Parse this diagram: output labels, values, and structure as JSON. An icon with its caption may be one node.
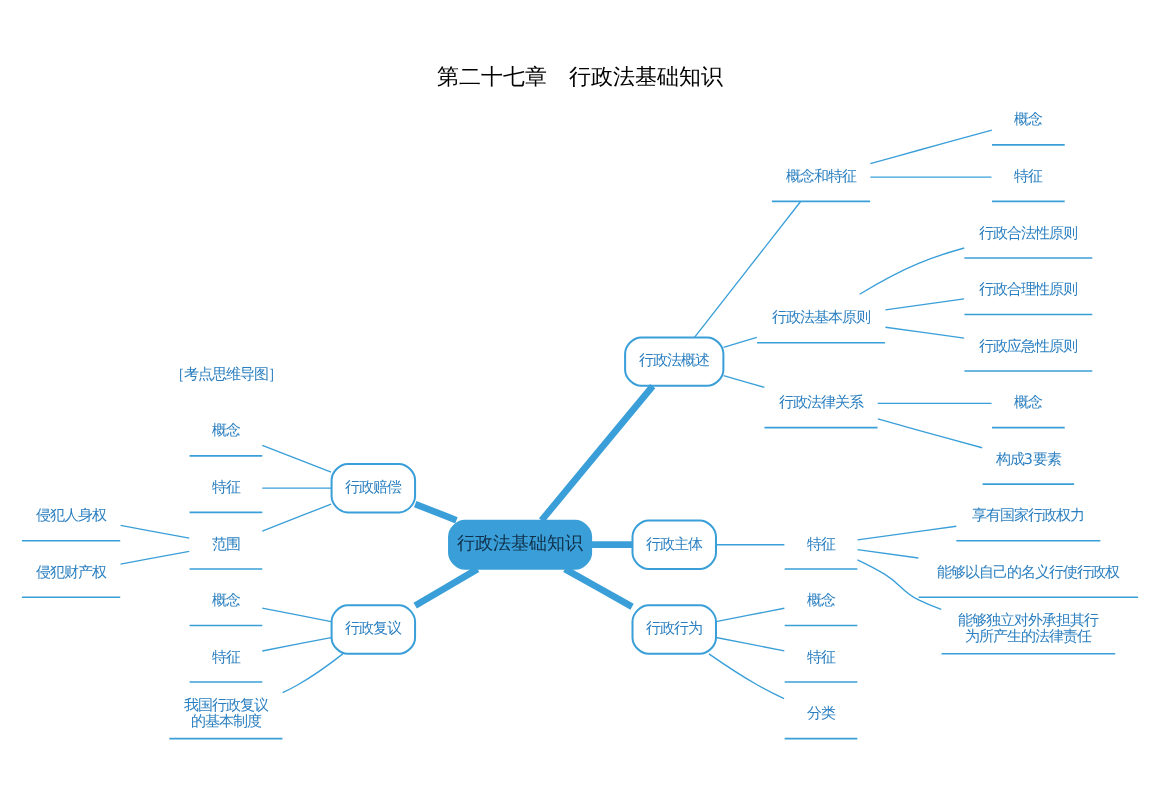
{
  "diagram": {
    "title": "第二十七章　行政法基础知识",
    "nodes": [
      {
        "text": [
          "行政法基础知识"
        ]
      },
      {
        "text": [
          "行政法概述"
        ]
      },
      {
        "text": [
          "概念和特征"
        ]
      },
      {
        "text": [
          "概念"
        ]
      },
      {
        "text": [
          "特征"
        ]
      },
      {
        "text": [
          "行政法基本原则"
        ]
      },
      {
        "text": [
          "行政合法性原则"
        ]
      },
      {
        "text": [
          "行政合理性原则"
        ]
      },
      {
        "text": [
          "行政应急性原则"
        ]
      },
      {
        "text": [
          "行政法律关系"
        ]
      },
      {
        "text": [
          "概念"
        ]
      },
      {
        "text": [
          "构成3要素"
        ]
      },
      {
        "text": [
          "行政赔偿"
        ]
      },
      {
        "text": [
          "概念"
        ]
      },
      {
        "text": [
          "特征"
        ]
      },
      {
        "text": [
          "范围"
        ]
      },
      {
        "text": [
          "侵犯人身权"
        ]
      },
      {
        "text": [
          "侵犯财产权"
        ]
      },
      {
        "text": [
          "行政复议"
        ]
      },
      {
        "text": [
          "概念"
        ]
      },
      {
        "text": [
          "特征"
        ]
      },
      {
        "text": [
          "我国行政复议的基本制度"
        ]
      },
      {
        "text": [
          "行政主体"
        ]
      },
      {
        "text": [
          "特征"
        ]
      },
      {
        "text": [
          "享有国家行政权力"
        ]
      },
      {
        "text": [
          "能够以自己的名义行使行政权"
        ]
      },
      {
        "text": [
          "能够独立对外承担其行为所产生的法律责任"
        ]
      },
      {
        "text": [
          "行政行为"
        ]
      },
      {
        "text": [
          "概念"
        ]
      },
      {
        "text": [
          "特征"
        ]
      },
      {
        "text": [
          "分类"
        ]
      }
    ],
    "edges": [
      {
        "from": 0,
        "to": 1,
        "arrow": "none",
        "style": "thick"
      },
      {
        "from": 1,
        "to": 2,
        "arrow": "none"
      },
      {
        "from": 2,
        "to": 3,
        "arrow": "none"
      },
      {
        "from": 2,
        "to": 4,
        "arrow": "none"
      },
      {
        "from": 1,
        "to": 5,
        "arrow": "none"
      },
      {
        "from": 5,
        "to": 6,
        "arrow": "none"
      },
      {
        "from": 5,
        "to": 7,
        "arrow": "none"
      },
      {
        "from": 5,
        "to": 8,
        "arrow": "none"
      },
      {
        "from": 1,
        "to": 9,
        "arrow": "none"
      },
      {
        "from": 9,
        "to": 10,
        "arrow": "none"
      },
      {
        "from": 9,
        "to": 11,
        "arrow": "none"
      },
      {
        "from": 0,
        "to": 12,
        "arrow": "none",
        "style": "thick"
      },
      {
        "from": 12,
        "to": 13,
        "arrow": "none"
      },
      {
        "from": 12,
        "to": 14,
        "arrow": "none"
      },
      {
        "from": 12,
        "to": 15,
        "arrow": "none"
      },
      {
        "from": 15,
        "to": 16,
        "arrow": "none"
      },
      {
        "from": 15,
        "to": 17,
        "arrow": "none"
      },
      {
        "from": 0,
        "to": 18,
        "arrow": "none",
        "style": "thick"
      },
      {
        "from": 18,
        "to": 19,
        "arrow": "none"
      },
      {
        "from": 18,
        "to": 20,
        "arrow": "none"
      },
      {
        "from": 18,
        "to": 21,
        "arrow": "none"
      },
      {
        "from": 0,
        "to": 22,
        "arrow": "none",
        "style": "thick"
      },
      {
        "from": 22,
        "to": 23,
        "arrow": "none"
      },
      {
        "from": 23,
        "to": 24,
        "arrow": "none"
      },
      {
        "from": 23,
        "to": 25,
        "arrow": "none"
      },
      {
        "from": 23,
        "to": 26,
        "arrow": "none"
      },
      {
        "from": 0,
        "to": 27,
        "arrow": "none",
        "style": "thick"
      },
      {
        "from": 27,
        "to": 28,
        "arrow": "none"
      },
      {
        "from": 27,
        "to": 29,
        "arrow": "none"
      },
      {
        "from": 27,
        "to": 30,
        "arrow": "none"
      }
    ],
    "labels": [
      "［考点思维导图］"
    ]
  }
}
